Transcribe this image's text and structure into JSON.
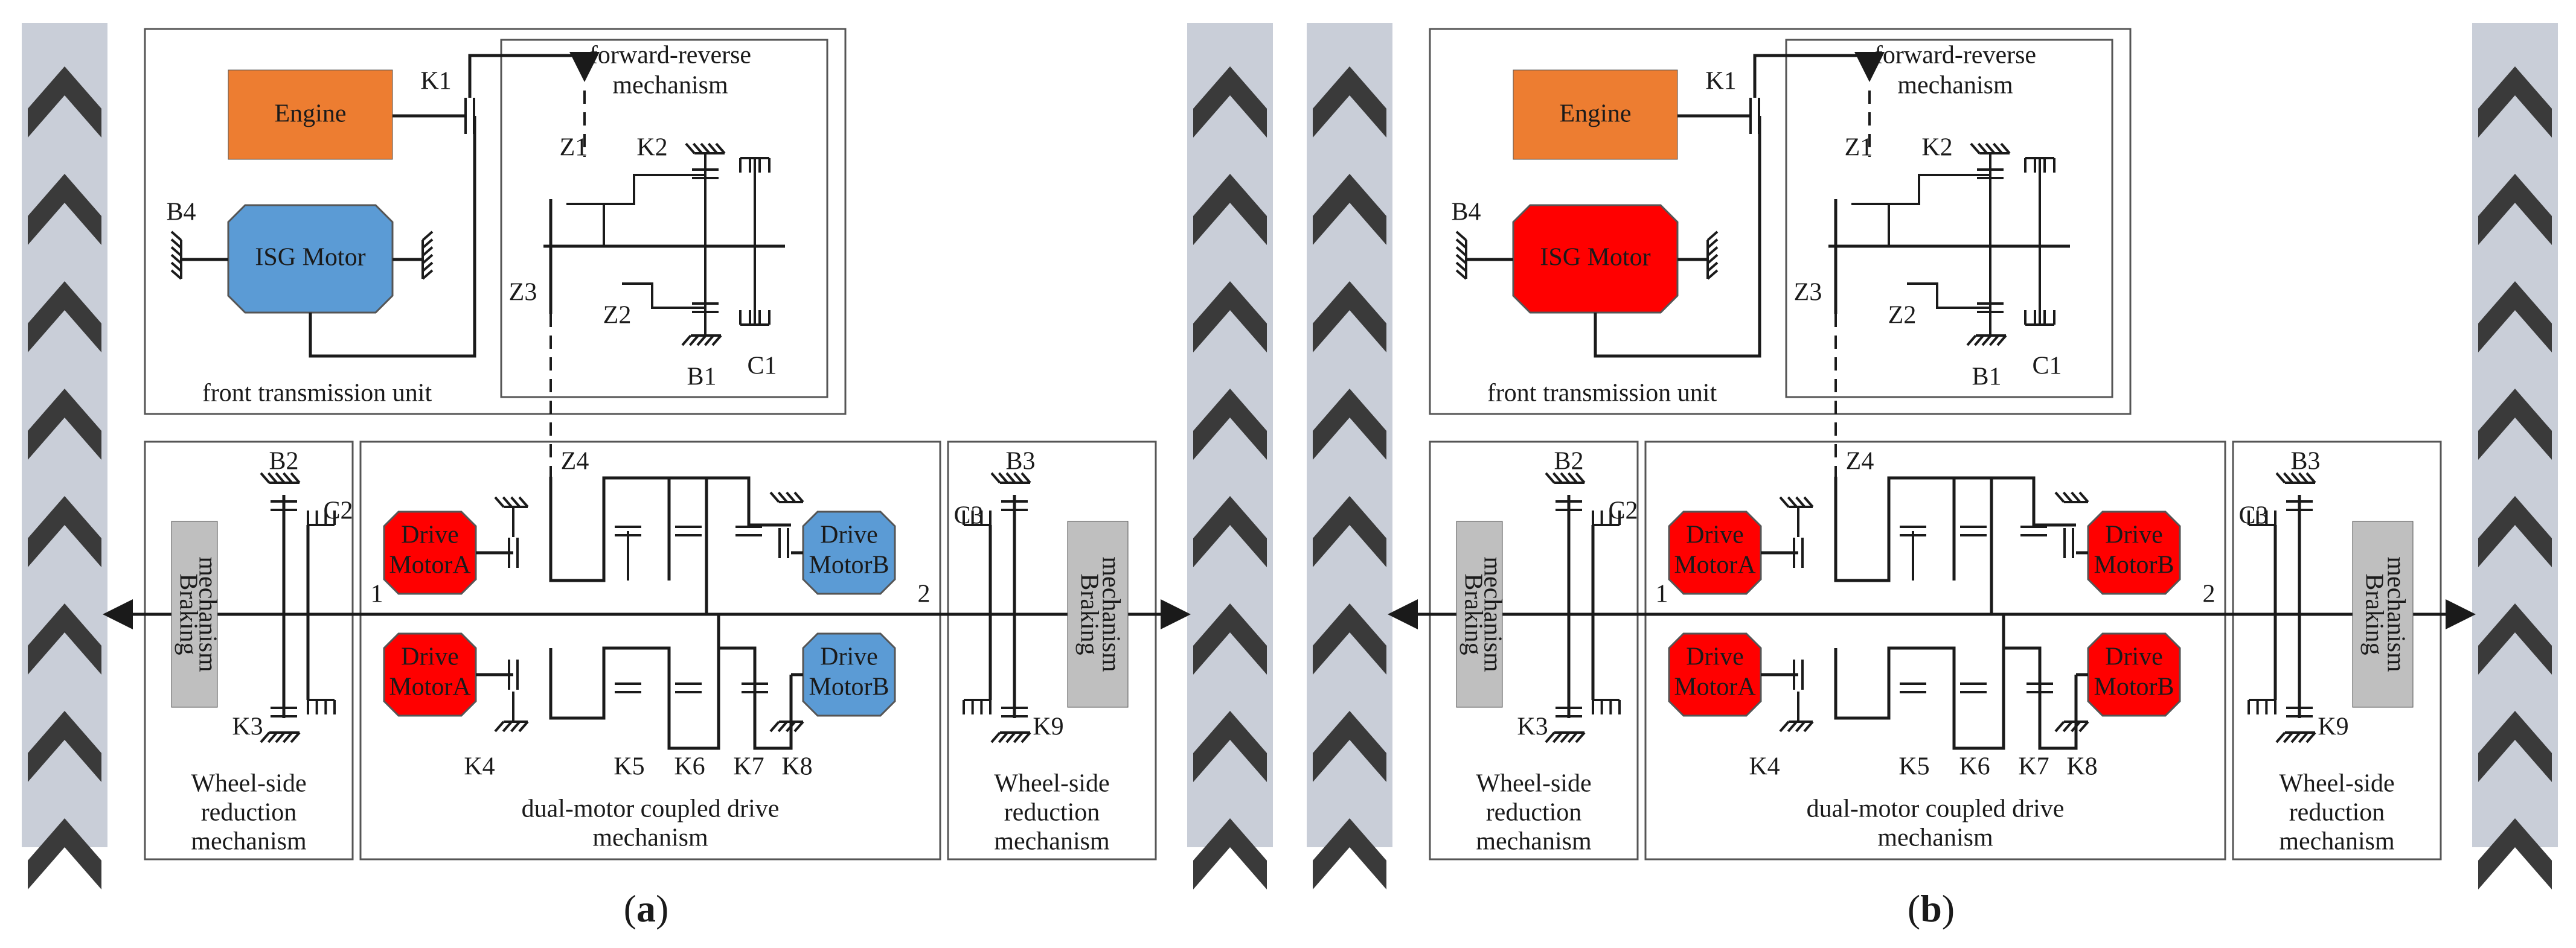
{
  "colors": {
    "engine": "#ED7D31",
    "isg_a": "#5B9BD5",
    "isg_b": "#FF0000",
    "drive_a_a": "#FF0000",
    "drive_b_a": "#5B9BD5",
    "drive_a_b": "#FF0000",
    "drive_b_b": "#FF0000",
    "braking": "#BFBFBF",
    "tire_strip": "#C9CED8",
    "chevron": "#3A3A3A",
    "line": "#1A1A1A"
  },
  "icons": [
    "chevron-up-icon",
    "arrow-left-icon",
    "arrow-right-icon",
    "ground-hatch-icon"
  ],
  "labels": {
    "engine": "Engine",
    "isg_motor": "ISG Motor",
    "forward_reverse_line1": "forward-reverse",
    "forward_reverse_line2": "mechanism",
    "front_unit": "front transmission unit",
    "drive_motor_line1": "Drive",
    "drive_motor_a_line2": "MotorA",
    "drive_motor_b_line2": "MotorB",
    "braking_line1": "Braking",
    "braking_line2": "mechanism",
    "wheel_side_1": "Wheel-side",
    "wheel_side_2": "reduction",
    "wheel_side_3": "mechanism",
    "dual_motor_1": "dual-motor coupled drive",
    "dual_motor_2": "mechanism",
    "k1": "K1",
    "k2": "K2",
    "k3": "K3",
    "k4": "K4",
    "k5": "K5",
    "k6": "K6",
    "k7": "K7",
    "k8": "K8",
    "k9": "K9",
    "b1": "B1",
    "b2": "B2",
    "b3": "B3",
    "b4": "B4",
    "c1": "C1",
    "c2": "C2",
    "c3": "C3",
    "z1": "Z1",
    "z2": "Z2",
    "z3": "Z3",
    "z4": "Z4",
    "port1": "1",
    "port2": "2"
  },
  "panels": [
    {
      "caption_open": "(",
      "caption_letter": "a",
      "caption_close": ")"
    },
    {
      "caption_open": "(",
      "caption_letter": "b",
      "caption_close": ")"
    }
  ]
}
